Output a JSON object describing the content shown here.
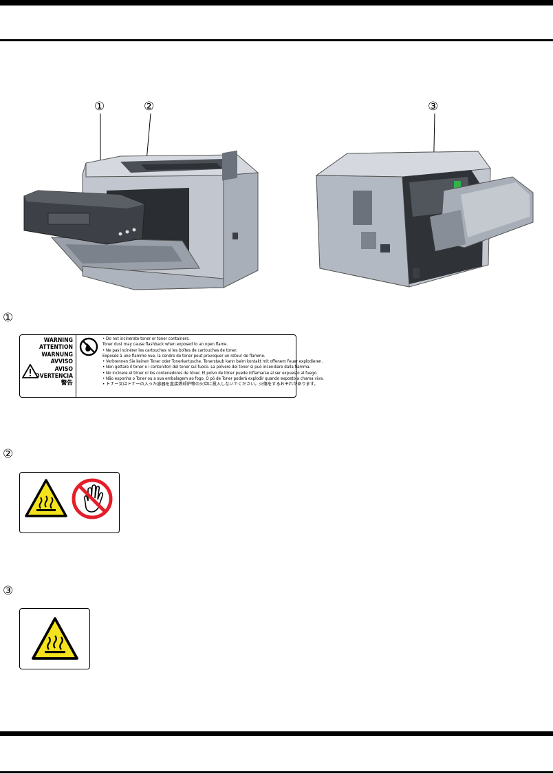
{
  "callouts": [
    "①",
    "②",
    "③"
  ],
  "sections": [
    {
      "number": "①"
    },
    {
      "number": "②"
    },
    {
      "number": "③"
    }
  ],
  "warning_label": {
    "headings": [
      "WARNING",
      "ATTENTION",
      "WARNUNG",
      "AVVISO",
      "AVISO",
      "ADVERTENCIA",
      "警告"
    ],
    "lines": [
      "• Do not incinerate toner or toner containers.",
      "   Toner dust may cause flashback when exposed to an open flame.",
      "• Ne pas incinérer les cartouches ni les boîtes de cartouches de toner.",
      "   Exposée à une flamme nue, la cendre de toner peut provoquer un retour de flamme.",
      "• Verbrennen Sie keinen Toner oder Tonerkartusche. Tonerstaub kann beim kontakt mit offenem Feuer explodieren.",
      "• Non gettare il toner o i contenitori del toner sul fuoco. La polvere del toner si può incendiare dalla fiamma.",
      "• No incinere el tóner ni los contenedores de tóner. El polvo de tóner puede inflamarse al ser expuesto al fuego.",
      "• Não exponha o Toner ou a sua embalagem ao fogo. O pó de Toner poderá explodir quando exposto a chama viva.",
      "• トナー又はトナーの入った容器を直接燃却炉等の火中に投入しないでください。火傷をするおそれがあります。"
    ]
  },
  "colors": {
    "caution_yellow": "#f4e31c",
    "prohibit_red": "#e41e2b",
    "printer_body": "#b7bdc6",
    "printer_dark": "#3a3d42"
  },
  "icons": [
    "flame-prohibited-icon",
    "general-warning-icon",
    "hot-surface-icon",
    "do-not-touch-icon"
  ]
}
